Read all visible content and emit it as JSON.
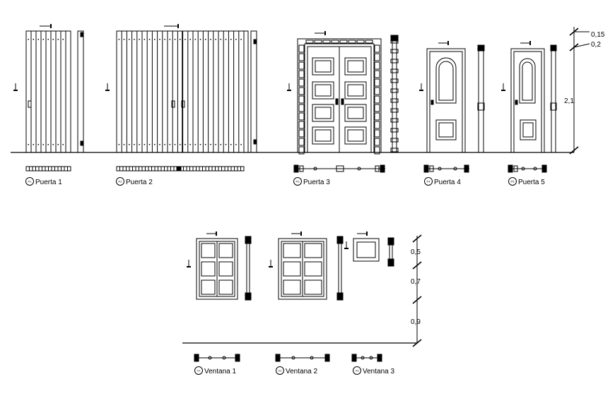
{
  "doors": [
    {
      "tag": "P1",
      "name": "Puerta 1"
    },
    {
      "tag": "P2",
      "name": "Puerta 2"
    },
    {
      "tag": "P3",
      "name": "Puerta 3"
    },
    {
      "tag": "P4",
      "name": "Puerta 4"
    },
    {
      "tag": "P5",
      "name": "Puerta 5"
    }
  ],
  "windows": [
    {
      "tag": "V1",
      "name": "Ventana 1"
    },
    {
      "tag": "V2",
      "name": "Ventana 2"
    },
    {
      "tag": "V3",
      "name": "Ventana 3"
    }
  ],
  "door_dimensions": [
    "0,15",
    "0,2",
    "2,1"
  ],
  "window_dimensions": [
    "0,5",
    "0,7",
    "0,9"
  ]
}
